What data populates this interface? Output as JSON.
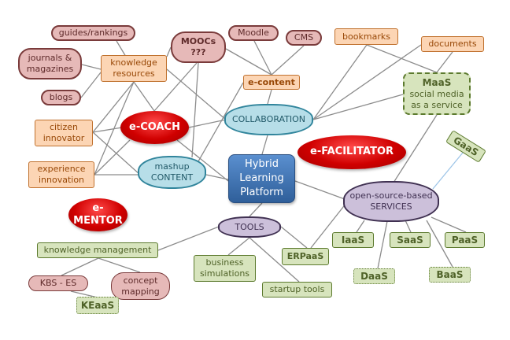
{
  "colors": {
    "pink": "#e6b9b8",
    "orange": "#fcd5b4",
    "green": "#d7e4bd",
    "cloud_blue": "#b7dee8",
    "cloud_purple": "#ccc0da",
    "role_red": "#d00000",
    "hub_blue": "#4f81bd"
  },
  "hub": {
    "line1": "Hybrid",
    "line2": "Learning",
    "line3": "Platform"
  },
  "roles": {
    "coach": "e-COACH",
    "facilitator": "e-FACILITATOR",
    "mentor": "e-MENTOR"
  },
  "clouds": {
    "collaboration": "COLLABORATION",
    "mashup_1": "mashup",
    "mashup_2": "CONTENT",
    "tools": "TOOLS",
    "services_1": "open-source-based",
    "services_2": "SERVICES"
  },
  "nodes": {
    "guides": "guides/rankings",
    "journals": "journals & magazines",
    "blogs": "blogs",
    "knowledge_resources": "knowledge resources",
    "moocs_1": "MOOCs",
    "moocs_2": "???",
    "moodle": "Moodle",
    "cms": "CMS",
    "e_content": "e-content",
    "bookmarks": "bookmarks",
    "documents": "documents",
    "maas_1": "MaaS",
    "maas_2": "social media",
    "maas_3": "as a service",
    "citizen": "citizen innovator",
    "experience": "experience innovation",
    "gaas": "GaaS",
    "knowledge_management": "knowledge management",
    "business_simulations": "business simulations",
    "erpaas": "ERPaaS",
    "startup_tools": "startup tools",
    "iaas": "IaaS",
    "saas": "SaaS",
    "paas": "PaaS",
    "daas": "DaaS",
    "baas": "BaaS",
    "kbs_es": "KBS - ES",
    "concept_mapping": "concept mapping",
    "keaas": "KEaaS"
  }
}
